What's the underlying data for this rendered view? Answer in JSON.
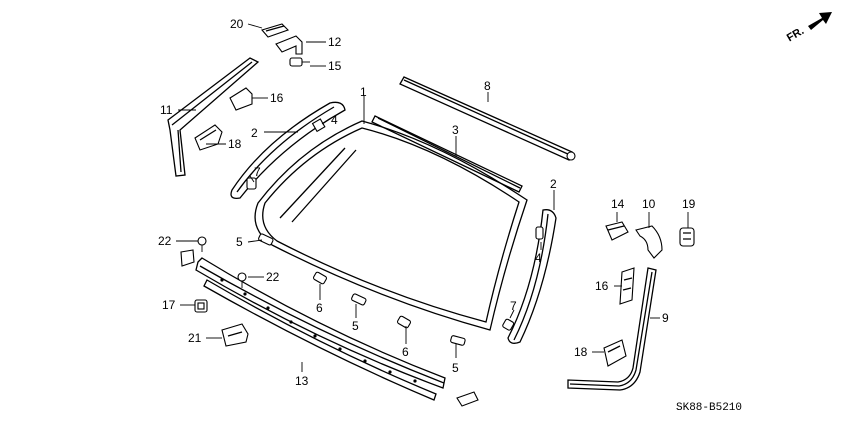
{
  "callouts": [
    {
      "id": "1",
      "text": "1"
    },
    {
      "id": "2a",
      "text": "2"
    },
    {
      "id": "2b",
      "text": "2"
    },
    {
      "id": "3",
      "text": "3"
    },
    {
      "id": "4a",
      "text": "4"
    },
    {
      "id": "4b",
      "text": "4"
    },
    {
      "id": "5a",
      "text": "5"
    },
    {
      "id": "5b",
      "text": "5"
    },
    {
      "id": "5c",
      "text": "5"
    },
    {
      "id": "6a",
      "text": "6"
    },
    {
      "id": "6b",
      "text": "6"
    },
    {
      "id": "7a",
      "text": "7"
    },
    {
      "id": "7b",
      "text": "7"
    },
    {
      "id": "8",
      "text": "8"
    },
    {
      "id": "9",
      "text": "9"
    },
    {
      "id": "10",
      "text": "10"
    },
    {
      "id": "11",
      "text": "11"
    },
    {
      "id": "12",
      "text": "12"
    },
    {
      "id": "13",
      "text": "13"
    },
    {
      "id": "14",
      "text": "14"
    },
    {
      "id": "15",
      "text": "15"
    },
    {
      "id": "16a",
      "text": "16"
    },
    {
      "id": "16b",
      "text": "16"
    },
    {
      "id": "17",
      "text": "17"
    },
    {
      "id": "18a",
      "text": "18"
    },
    {
      "id": "18b",
      "text": "18"
    },
    {
      "id": "19",
      "text": "19"
    },
    {
      "id": "20",
      "text": "20"
    },
    {
      "id": "21",
      "text": "21"
    },
    {
      "id": "22a",
      "text": "22"
    },
    {
      "id": "22b",
      "text": "22"
    }
  ],
  "direction_label": "FR.",
  "diagram_code": "SK88-B5210"
}
